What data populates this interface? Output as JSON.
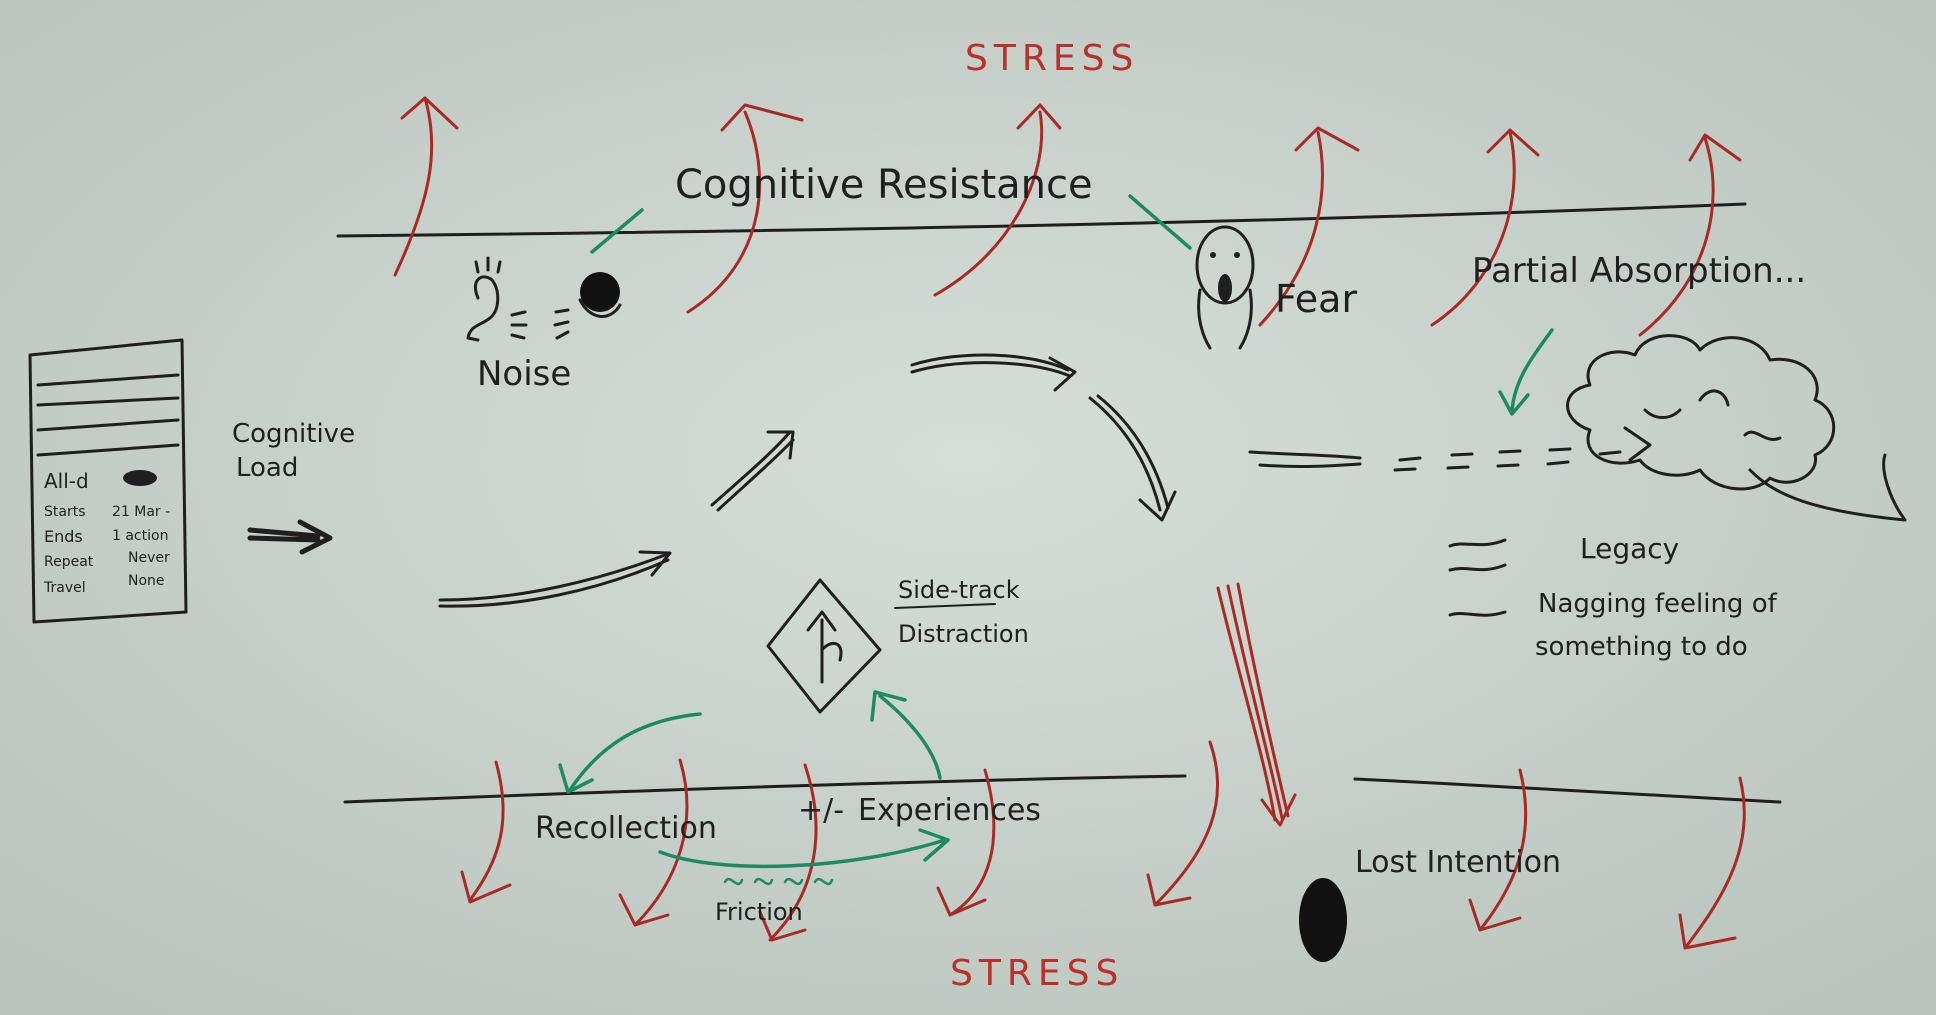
{
  "labels": {
    "stress_top": "STRESS",
    "cognitive_resistance": "Cognitive Resistance",
    "noise": "Noise",
    "fear": "Fear",
    "partial_absorption": "Partial Absorption...",
    "cognitive_load": [
      "Cognitive",
      "Load"
    ],
    "side_track": "Side-track",
    "distraction": "Distraction",
    "legacy": "Legacy",
    "nagging": [
      "Nagging feeling of",
      "something to do"
    ],
    "recollection": "Recollection",
    "plus_minus": "+/-",
    "experiences": "Experiences",
    "friction": "Friction",
    "lost_intention": "Lost Intention",
    "stress_bottom": "STRESS"
  },
  "list_card": {
    "rows": [
      {
        "label": "All-d",
        "value": ""
      },
      {
        "label": "Starts",
        "value": "21 Mar -"
      },
      {
        "label": "Ends",
        "value": "1 action"
      },
      {
        "label": "Repeat",
        "value": "Never"
      },
      {
        "label": "Travel",
        "value": "None"
      }
    ]
  },
  "colors": {
    "board": "#c9d3cc",
    "ink": "#1f1f1f",
    "red": "#a82a24",
    "green": "#1e8a62"
  }
}
